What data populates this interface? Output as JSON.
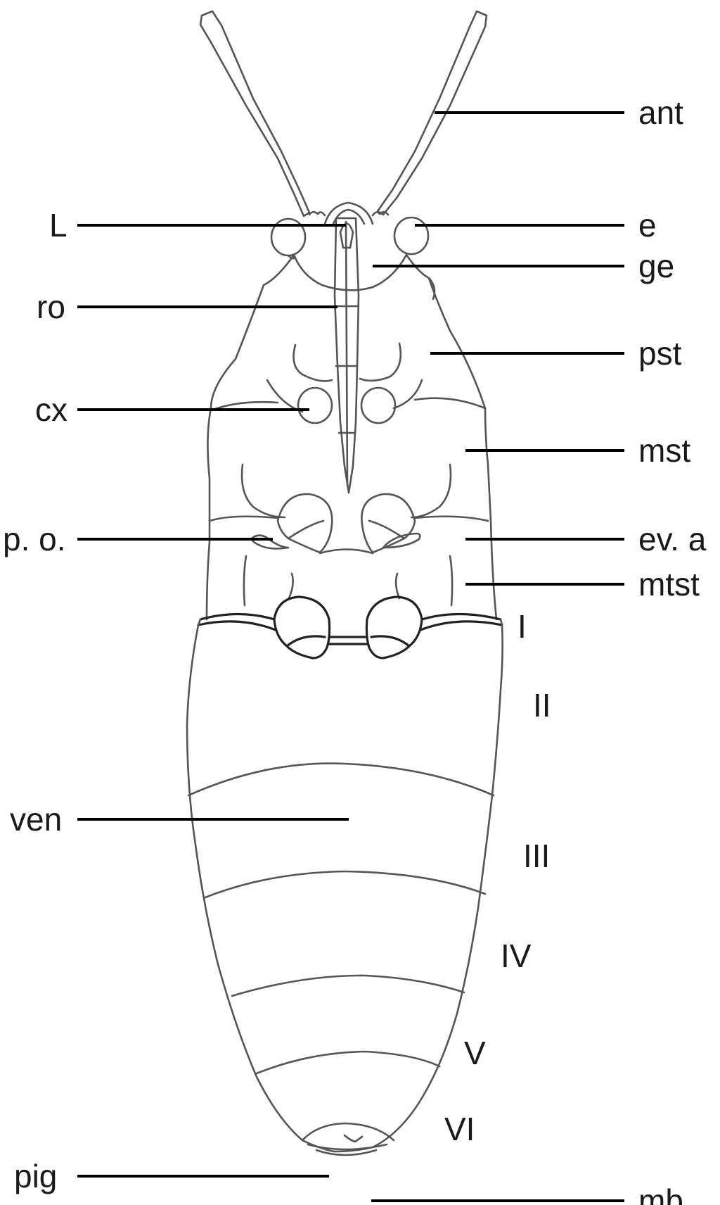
{
  "labels": {
    "ant": "ant",
    "L": "L",
    "e": "e",
    "ge": "ge",
    "ro": "ro",
    "pst": "pst",
    "cx": "cx",
    "mst": "mst",
    "po": "p. o.",
    "eva": "ev. a",
    "mtst": "mtst",
    "seg1": "I",
    "seg2": "II",
    "ven": "ven",
    "seg3": "III",
    "seg4": "IV",
    "seg5": "V",
    "seg6": "VI",
    "pig": "pig",
    "mb": "mb"
  }
}
